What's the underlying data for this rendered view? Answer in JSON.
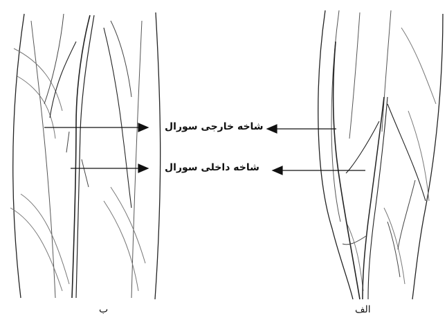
{
  "labels": {
    "outer_branch": "شاخه خارجی سورال",
    "inner_branch": "شاخه داخلی سورال"
  },
  "panels": {
    "left": "ب",
    "right": "الف"
  }
}
